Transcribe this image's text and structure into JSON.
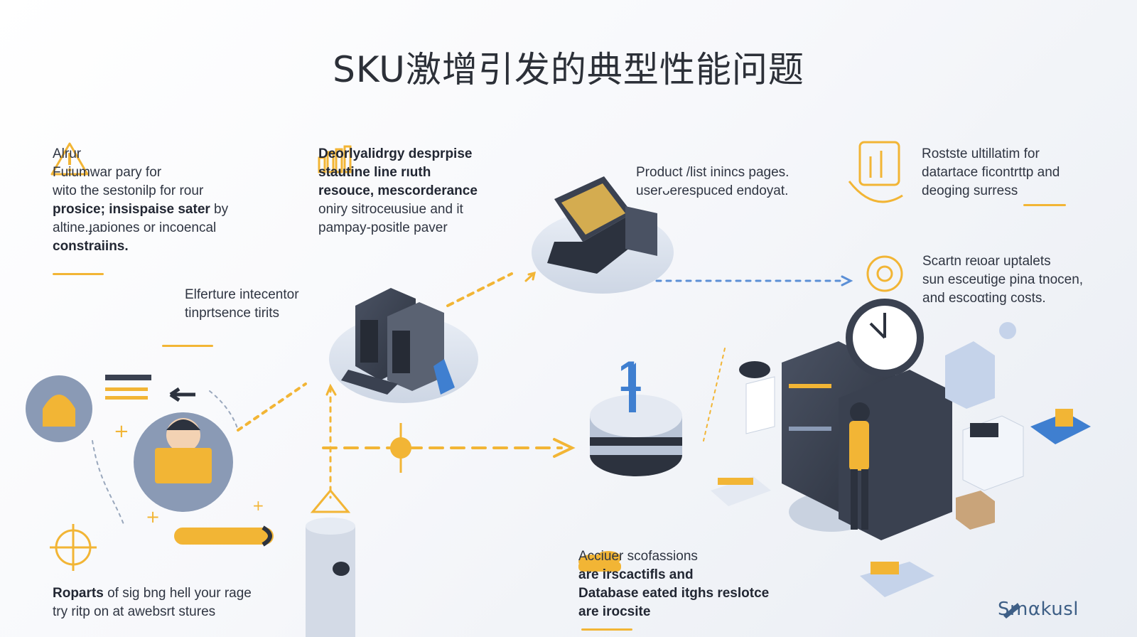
{
  "title": "SKU激增引发的典型性能问题",
  "blocks": {
    "alert": {
      "lines": [
        {
          "text": "Alrur",
          "bold": false
        },
        {
          "text": "Fuiumwar pary for",
          "bold": false
        },
        {
          "text": "wito the sestonilp for rour",
          "bold": false
        },
        {
          "text": "prosice; insispaise sater",
          "bold": true,
          "suffix": " by"
        },
        {
          "text": "altine.ɟaɒiones or incoencal",
          "bold": false
        },
        {
          "text": "constraiins.",
          "bold": true
        }
      ]
    },
    "deorly": {
      "lines": [
        {
          "text": "Deorlyalidrgy desprpise",
          "bold": true
        },
        {
          "text": "stautine line rıuth",
          "bold": true
        },
        {
          "text": "resouce, mescorderance",
          "bold": true
        },
        {
          "text": "oniry sitroceɩusiue and it",
          "bold": false
        },
        {
          "text": "pampay-positle paver",
          "bold": false
        }
      ]
    },
    "product": {
      "lines": [
        {
          "text": "Product /list ininсs pages.",
          "bold": false
        },
        {
          "text": "userᴗerespuced endoyat.",
          "bold": false
        }
      ]
    },
    "rostste": {
      "lines": [
        {
          "text": "Rostste ultillatim for",
          "bold": false
        },
        {
          "text": "datartace ficontrttp and",
          "bold": false
        },
        {
          "text": "deoging surress",
          "bold": false
        }
      ]
    },
    "scartn": {
      "lines": [
        {
          "text": "Scartn reɩoar uptalets",
          "bold": false
        },
        {
          "text": "sun esceutige pina tnocen,",
          "bold": false
        },
        {
          "text": "and escoαting costs.",
          "bold": false
        }
      ]
    },
    "elferture": {
      "lines": [
        {
          "text": "Elferture intecentor",
          "bold": false
        },
        {
          "text": "tinprtsence tirits",
          "bold": false
        }
      ]
    },
    "roparts": {
      "lines": [
        {
          "text": "Roparts",
          "bold": true,
          "suffix": " of sig bng hell your rage"
        },
        {
          "text": "try ritp on at awebsrt stures",
          "bold": false
        }
      ]
    },
    "acciuer": {
      "lines": [
        {
          "text": "Acciuer scofassions",
          "bold": false
        },
        {
          "text": "are irscactifls and",
          "bold": true
        },
        {
          "text": "Database eated itghs reslotce",
          "bold": true
        },
        {
          "text": "are irocsite",
          "bold": true
        }
      ]
    }
  },
  "logo": "Smαkusl",
  "database_badge": "1",
  "colors": {
    "accent": "#f2b535",
    "blue": "#5b8fd6",
    "dark": "#3a4150",
    "slate": "#8a9ab5"
  }
}
